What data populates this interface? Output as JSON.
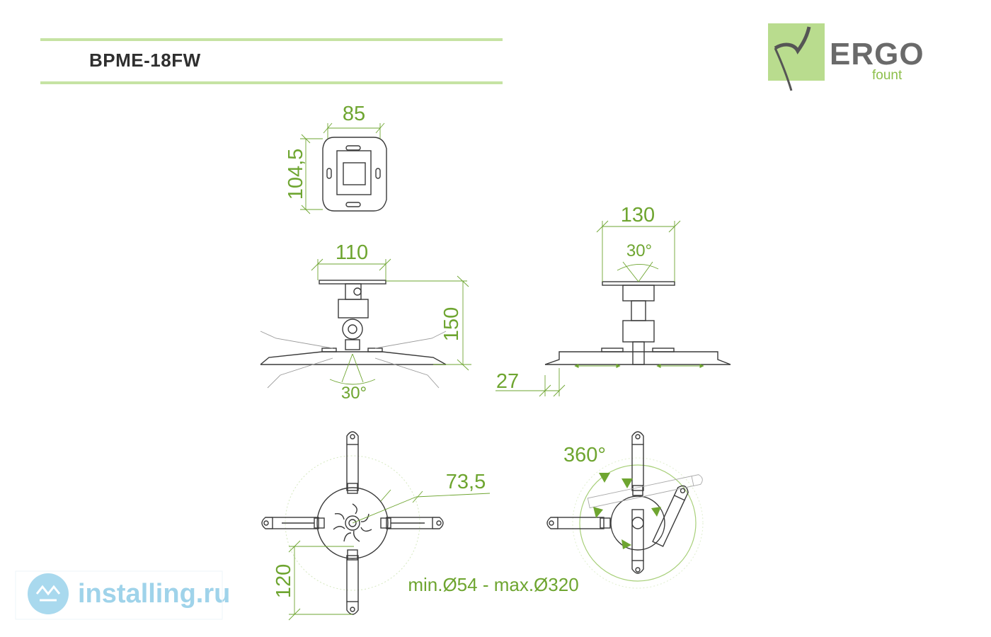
{
  "header": {
    "model": "BPME-18FW"
  },
  "brand": {
    "name": "ERGO",
    "sub": "fount"
  },
  "watermark": {
    "text": "installing.ru"
  },
  "dimensions": {
    "plate_width": "85",
    "plate_height": "104,5",
    "ceiling_plate_width": "110",
    "tilt_angle_front": "30°",
    "overall_height": "150",
    "ceiling_plate_width_side": "130",
    "tilt_angle_side": "30°",
    "arm_offset": "27",
    "rotation": "360°",
    "center_radius": "73,5",
    "arm_length": "120",
    "mounting_range": "min.Ø54 - max.Ø320"
  },
  "colors": {
    "accent": "#6ea530",
    "line": "#3a3a3a",
    "header_line": "#b9dc8e",
    "logo_fill": "#b9dc8e",
    "watermark": "#9fd3ea"
  }
}
